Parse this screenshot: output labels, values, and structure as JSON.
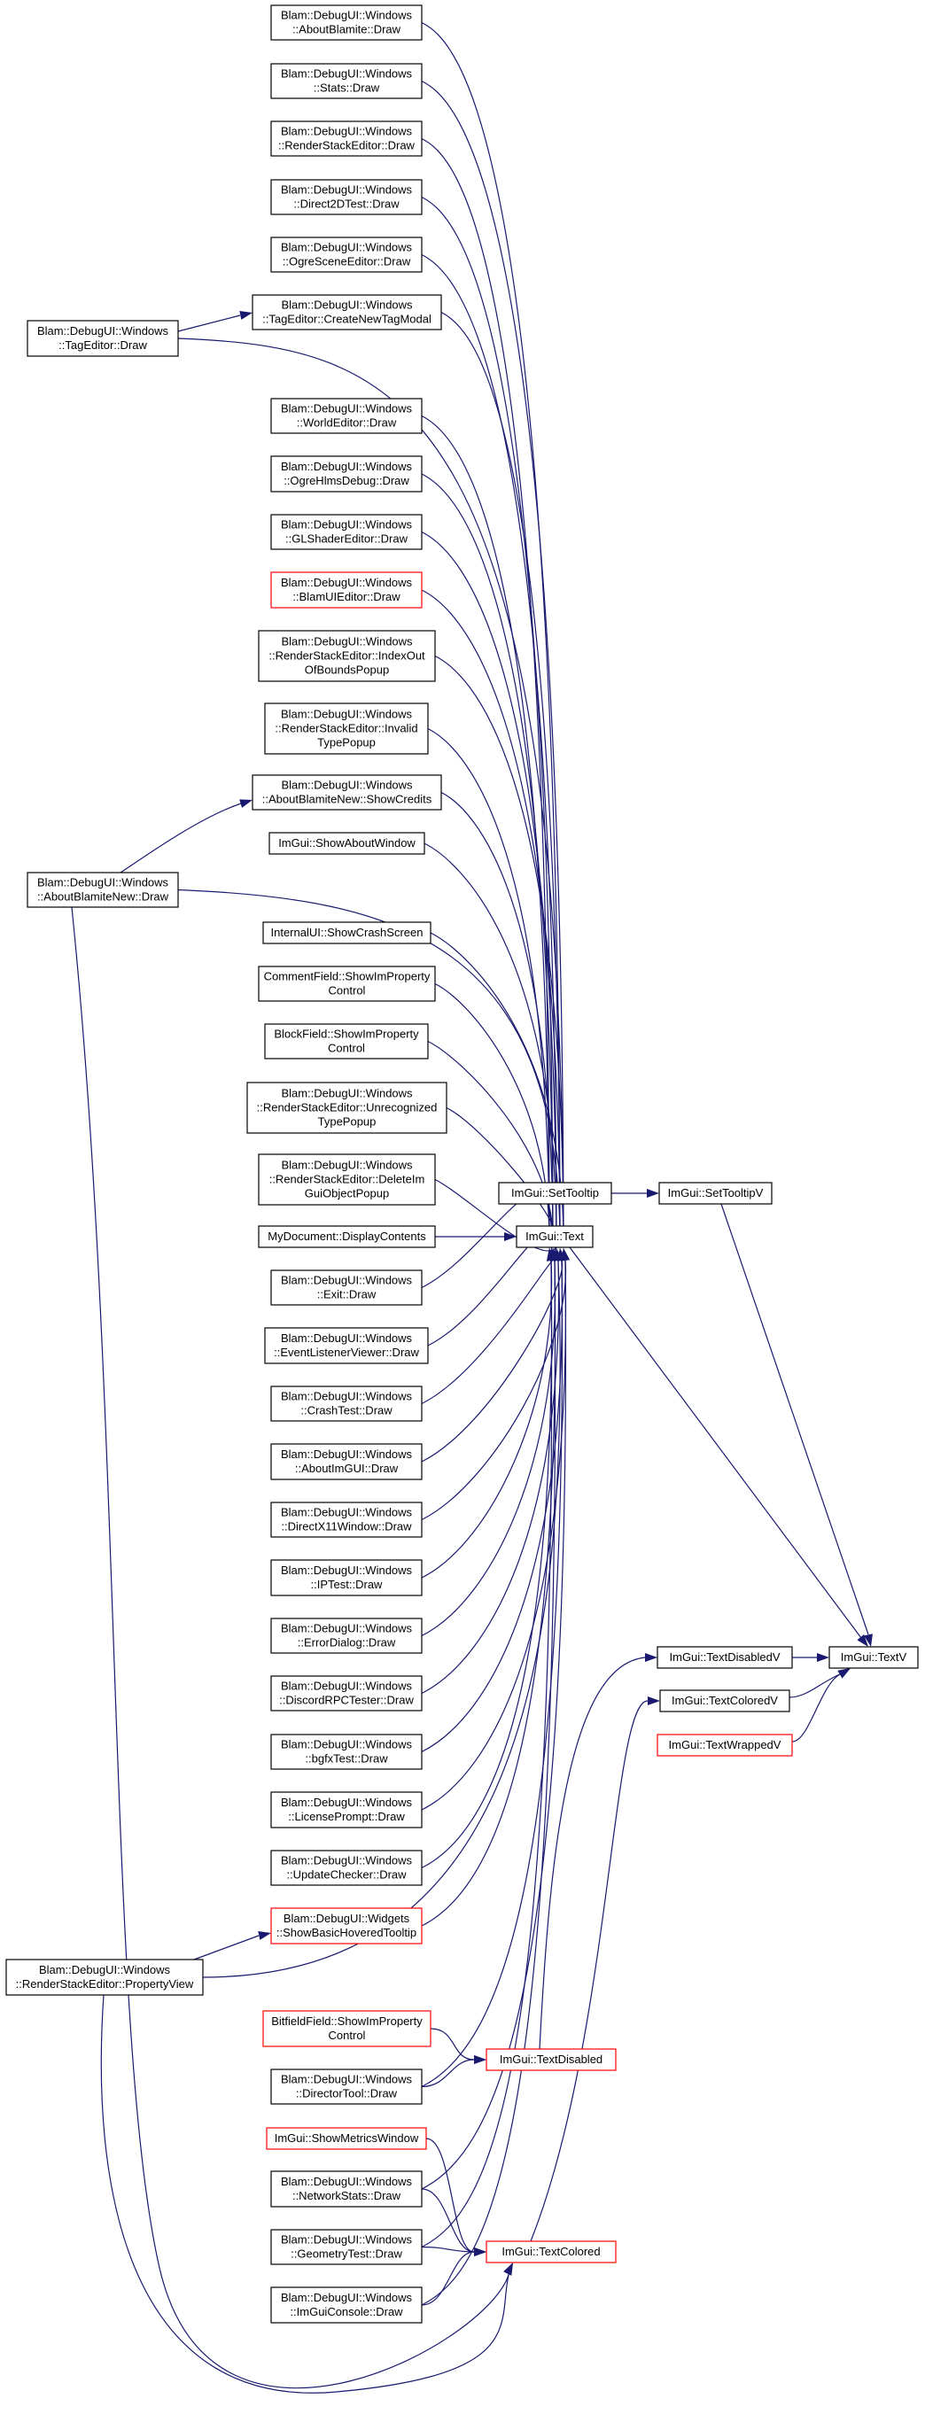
{
  "colors": {
    "edge": "#191970",
    "box_border": "#000000",
    "box_border_incomplete": "#ff0000",
    "highlight_fill": "#bfbfbf",
    "background": "#ffffff"
  },
  "graph": {
    "nodes": {
      "about_blamite_draw": {
        "lines": [
          "Blam::DebugUI::Windows",
          "::AboutBlamite::Draw"
        ],
        "border": "black"
      },
      "stats_draw": {
        "lines": [
          "Blam::DebugUI::Windows",
          "::Stats::Draw"
        ],
        "border": "black"
      },
      "render_stack_editor_draw": {
        "lines": [
          "Blam::DebugUI::Windows",
          "::RenderStackEditor::Draw"
        ],
        "border": "black"
      },
      "direct2d_test_draw": {
        "lines": [
          "Blam::DebugUI::Windows",
          "::Direct2DTest::Draw"
        ],
        "border": "black"
      },
      "ogre_scene_editor_draw": {
        "lines": [
          "Blam::DebugUI::Windows",
          "::OgreSceneEditor::Draw"
        ],
        "border": "black"
      },
      "tag_editor_create_new_tag_modal": {
        "lines": [
          "Blam::DebugUI::Windows",
          "::TagEditor::CreateNewTagModal"
        ],
        "border": "black"
      },
      "tag_editor_draw": {
        "lines": [
          "Blam::DebugUI::Windows",
          "::TagEditor::Draw"
        ],
        "border": "black"
      },
      "world_editor_draw": {
        "lines": [
          "Blam::DebugUI::Windows",
          "::WorldEditor::Draw"
        ],
        "border": "black"
      },
      "ogre_hlms_debug_draw": {
        "lines": [
          "Blam::DebugUI::Windows",
          "::OgreHlmsDebug::Draw"
        ],
        "border": "black"
      },
      "gl_shader_editor_draw": {
        "lines": [
          "Blam::DebugUI::Windows",
          "::GLShaderEditor::Draw"
        ],
        "border": "black"
      },
      "blam_ui_editor_draw": {
        "lines": [
          "Blam::DebugUI::Windows",
          "::BlamUIEditor::Draw"
        ],
        "border": "red"
      },
      "index_out_of_bounds_popup": {
        "lines": [
          "Blam::DebugUI::Windows",
          "::RenderStackEditor::IndexOut",
          "OfBoundsPopup"
        ],
        "border": "black"
      },
      "invalid_type_popup": {
        "lines": [
          "Blam::DebugUI::Windows",
          "::RenderStackEditor::Invalid",
          "TypePopup"
        ],
        "border": "black"
      },
      "about_blamite_new_show_credits": {
        "lines": [
          "Blam::DebugUI::Windows",
          "::AboutBlamiteNew::ShowCredits"
        ],
        "border": "black"
      },
      "imgui_show_about_window": {
        "lines": [
          "ImGui::ShowAboutWindow"
        ],
        "border": "black"
      },
      "about_blamite_new_draw": {
        "lines": [
          "Blam::DebugUI::Windows",
          "::AboutBlamiteNew::Draw"
        ],
        "border": "black"
      },
      "internal_ui_show_crash_screen": {
        "lines": [
          "InternalUI::ShowCrashScreen"
        ],
        "border": "black"
      },
      "comment_field_show_imgui_property_control": {
        "lines": [
          "CommentField::ShowImProperty",
          "Control"
        ],
        "border": "black"
      },
      "block_field_show_imgui_property_control": {
        "lines": [
          "BlockField::ShowImProperty",
          "Control"
        ],
        "border": "black"
      },
      "unrecognized_type_popup": {
        "lines": [
          "Blam::DebugUI::Windows",
          "::RenderStackEditor::Unrecognized",
          "TypePopup"
        ],
        "border": "black"
      },
      "delete_imgui_object_popup": {
        "lines": [
          "Blam::DebugUI::Windows",
          "::RenderStackEditor::DeleteIm",
          "GuiObjectPopup"
        ],
        "border": "black"
      },
      "my_document_display_contents": {
        "lines": [
          "MyDocument::DisplayContents"
        ],
        "border": "black"
      },
      "exit_draw": {
        "lines": [
          "Blam::DebugUI::Windows",
          "::Exit::Draw"
        ],
        "border": "black"
      },
      "event_listener_viewer_draw": {
        "lines": [
          "Blam::DebugUI::Windows",
          "::EventListenerViewer::Draw"
        ],
        "border": "black"
      },
      "crash_test_draw": {
        "lines": [
          "Blam::DebugUI::Windows",
          "::CrashTest::Draw"
        ],
        "border": "black"
      },
      "about_imgui_draw": {
        "lines": [
          "Blam::DebugUI::Windows",
          "::AboutImGUI::Draw"
        ],
        "border": "black"
      },
      "directx11_window_draw": {
        "lines": [
          "Blam::DebugUI::Windows",
          "::DirectX11Window::Draw"
        ],
        "border": "black"
      },
      "ip_test_draw": {
        "lines": [
          "Blam::DebugUI::Windows",
          "::IPTest::Draw"
        ],
        "border": "black"
      },
      "error_dialog_draw": {
        "lines": [
          "Blam::DebugUI::Windows",
          "::ErrorDialog::Draw"
        ],
        "border": "black"
      },
      "discord_rpc_tester_draw": {
        "lines": [
          "Blam::DebugUI::Windows",
          "::DiscordRPCTester::Draw"
        ],
        "border": "black"
      },
      "bgfx_test_draw": {
        "lines": [
          "Blam::DebugUI::Windows",
          "::bgfxTest::Draw"
        ],
        "border": "black"
      },
      "license_prompt_draw": {
        "lines": [
          "Blam::DebugUI::Windows",
          "::LicensePrompt::Draw"
        ],
        "border": "black"
      },
      "update_checker_draw": {
        "lines": [
          "Blam::DebugUI::Windows",
          "::UpdateChecker::Draw"
        ],
        "border": "black"
      },
      "show_basic_hovered_tooltip": {
        "lines": [
          "Blam::DebugUI::Widgets",
          "::ShowBasicHoveredTooltip"
        ],
        "border": "red"
      },
      "render_stack_editor_property_view": {
        "lines": [
          "Blam::DebugUI::Windows",
          "::RenderStackEditor::PropertyView"
        ],
        "border": "black"
      },
      "bitfield_field_show_imgui_property_control": {
        "lines": [
          "BitfieldField::ShowImProperty",
          "Control"
        ],
        "border": "red"
      },
      "director_tool_draw": {
        "lines": [
          "Blam::DebugUI::Windows",
          "::DirectorTool::Draw"
        ],
        "border": "black"
      },
      "imgui_show_metrics_window": {
        "lines": [
          "ImGui::ShowMetricsWindow"
        ],
        "border": "red"
      },
      "network_stats_draw": {
        "lines": [
          "Blam::DebugUI::Windows",
          "::NetworkStats::Draw"
        ],
        "border": "black"
      },
      "geometry_test_draw": {
        "lines": [
          "Blam::DebugUI::Windows",
          "::GeometryTest::Draw"
        ],
        "border": "black"
      },
      "imgui_console_draw": {
        "lines": [
          "Blam::DebugUI::Windows",
          "::ImGuiConsole::Draw"
        ],
        "border": "black"
      },
      "imgui_set_tooltip": {
        "lines": [
          "ImGui::SetTooltip"
        ],
        "border": "black"
      },
      "imgui_text": {
        "lines": [
          "ImGui::Text"
        ],
        "border": "black"
      },
      "imgui_set_tooltip_v": {
        "lines": [
          "ImGui::SetTooltipV"
        ],
        "border": "black"
      },
      "imgui_text_disabled": {
        "lines": [
          "ImGui::TextDisabled"
        ],
        "border": "red"
      },
      "imgui_text_colored": {
        "lines": [
          "ImGui::TextColored"
        ],
        "border": "red"
      },
      "imgui_text_disabled_v": {
        "lines": [
          "ImGui::TextDisabledV"
        ],
        "border": "black"
      },
      "imgui_text_colored_v": {
        "lines": [
          "ImGui::TextColoredV"
        ],
        "border": "black"
      },
      "imgui_text_wrapped_v": {
        "lines": [
          "ImGui::TextWrappedV"
        ],
        "border": "red"
      },
      "imgui_text_v": {
        "lines": [
          "ImGui::TextV"
        ],
        "border": "black",
        "highlighted": true
      }
    },
    "edges": [
      [
        "tag_editor_draw",
        "tag_editor_create_new_tag_modal"
      ],
      [
        "about_blamite_new_draw",
        "about_blamite_new_show_credits"
      ],
      [
        "render_stack_editor_property_view",
        "show_basic_hovered_tooltip"
      ],
      [
        "about_blamite_draw",
        "imgui_text"
      ],
      [
        "stats_draw",
        "imgui_text"
      ],
      [
        "render_stack_editor_draw",
        "imgui_text"
      ],
      [
        "direct2d_test_draw",
        "imgui_text"
      ],
      [
        "ogre_scene_editor_draw",
        "imgui_text"
      ],
      [
        "tag_editor_create_new_tag_modal",
        "imgui_text"
      ],
      [
        "tag_editor_draw",
        "imgui_text"
      ],
      [
        "world_editor_draw",
        "imgui_text"
      ],
      [
        "ogre_hlms_debug_draw",
        "imgui_text"
      ],
      [
        "gl_shader_editor_draw",
        "imgui_text"
      ],
      [
        "blam_ui_editor_draw",
        "imgui_text"
      ],
      [
        "index_out_of_bounds_popup",
        "imgui_text"
      ],
      [
        "invalid_type_popup",
        "imgui_text"
      ],
      [
        "about_blamite_new_show_credits",
        "imgui_text"
      ],
      [
        "imgui_show_about_window",
        "imgui_text"
      ],
      [
        "about_blamite_new_draw",
        "imgui_text"
      ],
      [
        "internal_ui_show_crash_screen",
        "imgui_text"
      ],
      [
        "comment_field_show_imgui_property_control",
        "imgui_text"
      ],
      [
        "block_field_show_imgui_property_control",
        "imgui_text"
      ],
      [
        "unrecognized_type_popup",
        "imgui_text"
      ],
      [
        "delete_imgui_object_popup",
        "imgui_text"
      ],
      [
        "my_document_display_contents",
        "imgui_text"
      ],
      [
        "exit_draw",
        "imgui_text"
      ],
      [
        "event_listener_viewer_draw",
        "imgui_text"
      ],
      [
        "crash_test_draw",
        "imgui_text"
      ],
      [
        "about_imgui_draw",
        "imgui_text"
      ],
      [
        "directx11_window_draw",
        "imgui_text"
      ],
      [
        "ip_test_draw",
        "imgui_text"
      ],
      [
        "error_dialog_draw",
        "imgui_text"
      ],
      [
        "discord_rpc_tester_draw",
        "imgui_text"
      ],
      [
        "bgfx_test_draw",
        "imgui_text"
      ],
      [
        "license_prompt_draw",
        "imgui_text"
      ],
      [
        "update_checker_draw",
        "imgui_text"
      ],
      [
        "show_basic_hovered_tooltip",
        "imgui_text"
      ],
      [
        "render_stack_editor_property_view",
        "imgui_text"
      ],
      [
        "director_tool_draw",
        "imgui_text"
      ],
      [
        "network_stats_draw",
        "imgui_text"
      ],
      [
        "geometry_test_draw",
        "imgui_text"
      ],
      [
        "imgui_console_draw",
        "imgui_text"
      ],
      [
        "imgui_set_tooltip",
        "imgui_set_tooltip_v"
      ],
      [
        "imgui_set_tooltip_v",
        "imgui_text_v"
      ],
      [
        "imgui_text",
        "imgui_text_v"
      ],
      [
        "bitfield_field_show_imgui_property_control",
        "imgui_text_disabled"
      ],
      [
        "director_tool_draw",
        "imgui_text_disabled"
      ],
      [
        "imgui_text_disabled",
        "imgui_text_disabled_v"
      ],
      [
        "imgui_show_metrics_window",
        "imgui_text_colored"
      ],
      [
        "network_stats_draw",
        "imgui_text_colored"
      ],
      [
        "geometry_test_draw",
        "imgui_text_colored"
      ],
      [
        "imgui_console_draw",
        "imgui_text_colored"
      ],
      [
        "about_blamite_new_draw",
        "imgui_text_colored"
      ],
      [
        "render_stack_editor_property_view",
        "imgui_text_colored"
      ],
      [
        "imgui_text_colored",
        "imgui_text_colored_v"
      ],
      [
        "imgui_text_disabled_v",
        "imgui_text_v"
      ],
      [
        "imgui_text_colored_v",
        "imgui_text_v"
      ],
      [
        "imgui_text_wrapped_v",
        "imgui_text_v"
      ]
    ]
  }
}
